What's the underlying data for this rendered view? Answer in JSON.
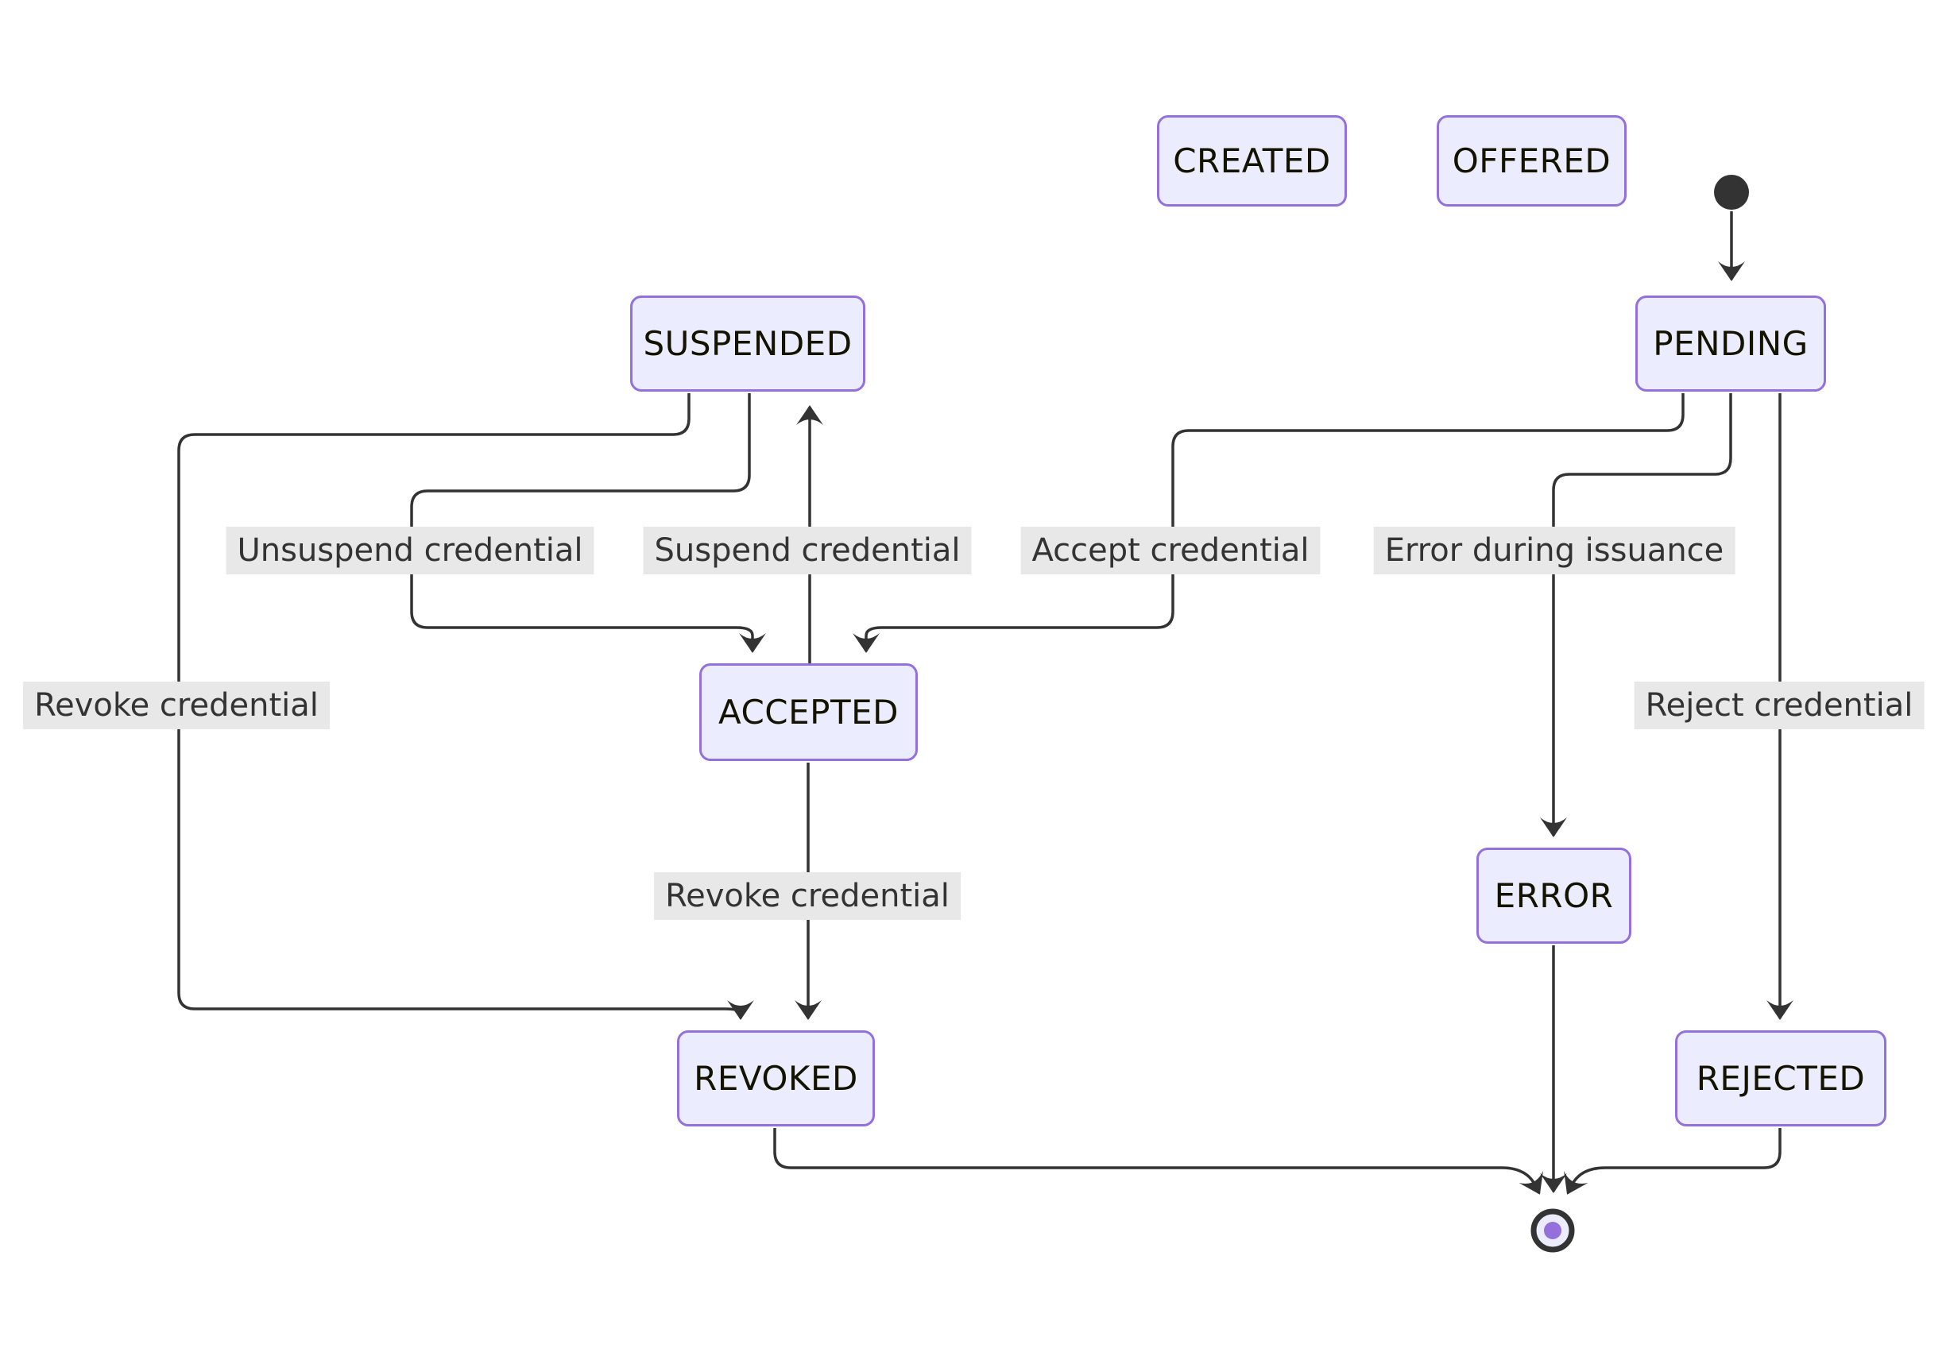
{
  "diagram": {
    "type": "state-diagram",
    "colors": {
      "node_fill": "#ECECFF",
      "node_border": "#9370DB",
      "node_text": "#131300",
      "edge_line": "#333333",
      "edge_label_bg": "#e8e8e8",
      "edge_label_text": "#333333",
      "start_dot": "#333333",
      "end_inner_dot": "#9370DB",
      "canvas_bg": "#ffffff"
    },
    "nodes": {
      "created": {
        "label": "CREATED"
      },
      "offered": {
        "label": "OFFERED"
      },
      "pending": {
        "label": "PENDING"
      },
      "suspended": {
        "label": "SUSPENDED"
      },
      "accepted": {
        "label": "ACCEPTED"
      },
      "error": {
        "label": "ERROR"
      },
      "revoked": {
        "label": "REVOKED"
      },
      "rejected": {
        "label": "REJECTED"
      }
    },
    "markers": {
      "initial_state": "filled-dot",
      "final_state": "ring-with-dot"
    },
    "edges": {
      "start_to_pending": {
        "from": "initial",
        "to": "PENDING",
        "label": ""
      },
      "pending_to_accepted": {
        "from": "PENDING",
        "to": "ACCEPTED",
        "label": "Accept credential"
      },
      "pending_to_error": {
        "from": "PENDING",
        "to": "ERROR",
        "label": "Error during issuance"
      },
      "pending_to_rejected": {
        "from": "PENDING",
        "to": "REJECTED",
        "label": "Reject credential"
      },
      "suspended_to_accepted": {
        "from": "SUSPENDED",
        "to": "ACCEPTED",
        "label": "Unsuspend credential"
      },
      "accepted_to_suspended": {
        "from": "ACCEPTED",
        "to": "SUSPENDED",
        "label": "Suspend credential"
      },
      "suspended_to_revoked": {
        "from": "SUSPENDED",
        "to": "REVOKED",
        "label": "Revoke credential"
      },
      "accepted_to_revoked": {
        "from": "ACCEPTED",
        "to": "REVOKED",
        "label": "Revoke credential"
      },
      "revoked_to_final": {
        "from": "REVOKED",
        "to": "final",
        "label": ""
      },
      "error_to_final": {
        "from": "ERROR",
        "to": "final",
        "label": ""
      },
      "rejected_to_final": {
        "from": "REJECTED",
        "to": "final",
        "label": ""
      }
    }
  }
}
